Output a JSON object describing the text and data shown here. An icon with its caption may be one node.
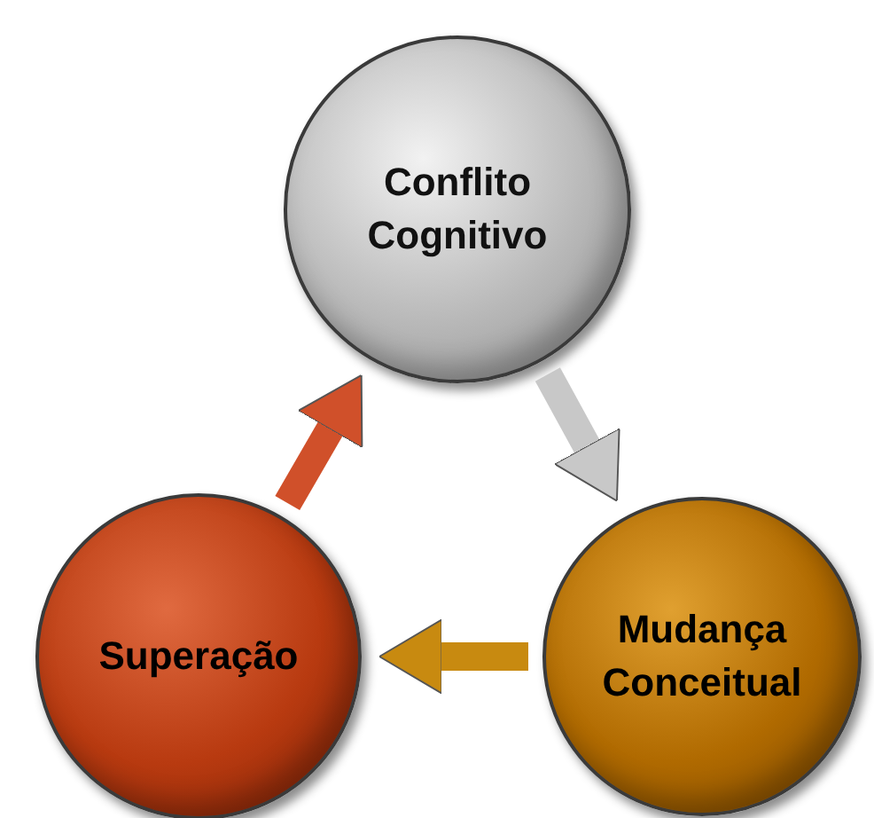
{
  "diagram": {
    "nodes": [
      {
        "text": [
          "Conflito Cognitivo"
        ]
      },
      {
        "text": [
          "Mudança Conceitual"
        ]
      },
      {
        "text": [
          "Superação"
        ]
      }
    ],
    "edges": [
      {
        "from": 0,
        "to": 1,
        "arrow": "to",
        "color": "#c8c8c8"
      },
      {
        "from": 1,
        "to": 2,
        "arrow": "to",
        "color": "#c88a10"
      },
      {
        "from": 2,
        "to": 0,
        "arrow": "to",
        "color": "#d0502a"
      }
    ]
  }
}
